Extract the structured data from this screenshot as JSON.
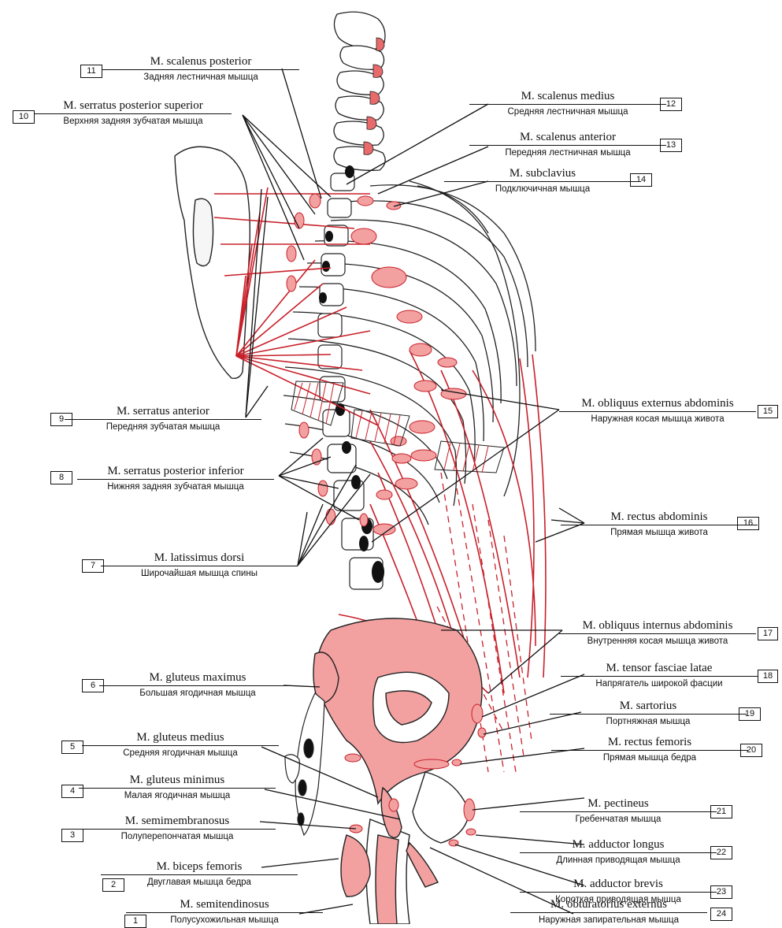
{
  "labels": [
    {
      "n": "1",
      "latin": "M. semitendinosus",
      "russian": "Полусухожильная мышца"
    },
    {
      "n": "2",
      "latin": "M. biceps femoris",
      "russian": "Двуглавая мышца бедра"
    },
    {
      "n": "3",
      "latin": "M. semimembranosus",
      "russian": "Полуперепончатая мышца"
    },
    {
      "n": "4",
      "latin": "M. gluteus minimus",
      "russian": "Малая ягодичная мышца"
    },
    {
      "n": "5",
      "latin": "M. gluteus medius",
      "russian": "Средняя ягодичная мышца"
    },
    {
      "n": "6",
      "latin": "M. gluteus maximus",
      "russian": "Большая ягодичная мышца"
    },
    {
      "n": "7",
      "latin": "M. latissimus dorsi",
      "russian": "Широчайшая мышца спины"
    },
    {
      "n": "8",
      "latin": "M. serratus posterior inferior",
      "russian": "Нижняя задняя зубчатая мышца"
    },
    {
      "n": "9",
      "latin": "M. serratus anterior",
      "russian": "Передняя зубчатая мышца"
    },
    {
      "n": "10",
      "latin": "M. serratus posterior superior",
      "russian": "Верхняя задняя зубчатая мышца"
    },
    {
      "n": "11",
      "latin": "M. scalenus posterior",
      "russian": "Задняя лестничная мышца"
    },
    {
      "n": "12",
      "latin": "M. scalenus medius",
      "russian": "Средняя лестничная мышца"
    },
    {
      "n": "13",
      "latin": "M. scalenus anterior",
      "russian": "Передняя лестничная мышца"
    },
    {
      "n": "14",
      "latin": "M. subclavius",
      "russian": "Подключичная мышца"
    },
    {
      "n": "15",
      "latin": "M. obliquus externus abdominis",
      "russian": "Наружная косая мышца живота"
    },
    {
      "n": "16",
      "latin": "M. rectus abdominis",
      "russian": "Прямая мышца живота"
    },
    {
      "n": "17",
      "latin": "M. obliquus internus abdominis",
      "russian": "Внутренняя косая мышца живота"
    },
    {
      "n": "18",
      "latin": "M. tensor fasciae latae",
      "russian": "Напрягатель широкой фасции"
    },
    {
      "n": "19",
      "latin": "M. sartorius",
      "russian": "Портняжная мышца"
    },
    {
      "n": "20",
      "latin": "M. rectus femoris",
      "russian": "Прямая мышца бедра"
    },
    {
      "n": "21",
      "latin": "M. pectineus",
      "russian": "Гребенчатая мышца"
    },
    {
      "n": "22",
      "latin": "M. adductor longus",
      "russian": "Длинная приводящая мышца"
    },
    {
      "n": "23",
      "latin": "M. adductor brevis",
      "russian": "Короткая приводящая мышца"
    },
    {
      "n": "24",
      "latin": "M. obturatorius externus",
      "russian": "Наружная запирательная мышца"
    }
  ],
  "colors": {
    "muscle_fill": "#f2a0a0",
    "muscle_line": "#c8202a",
    "outline": "#222222",
    "background": "#ffffff"
  }
}
